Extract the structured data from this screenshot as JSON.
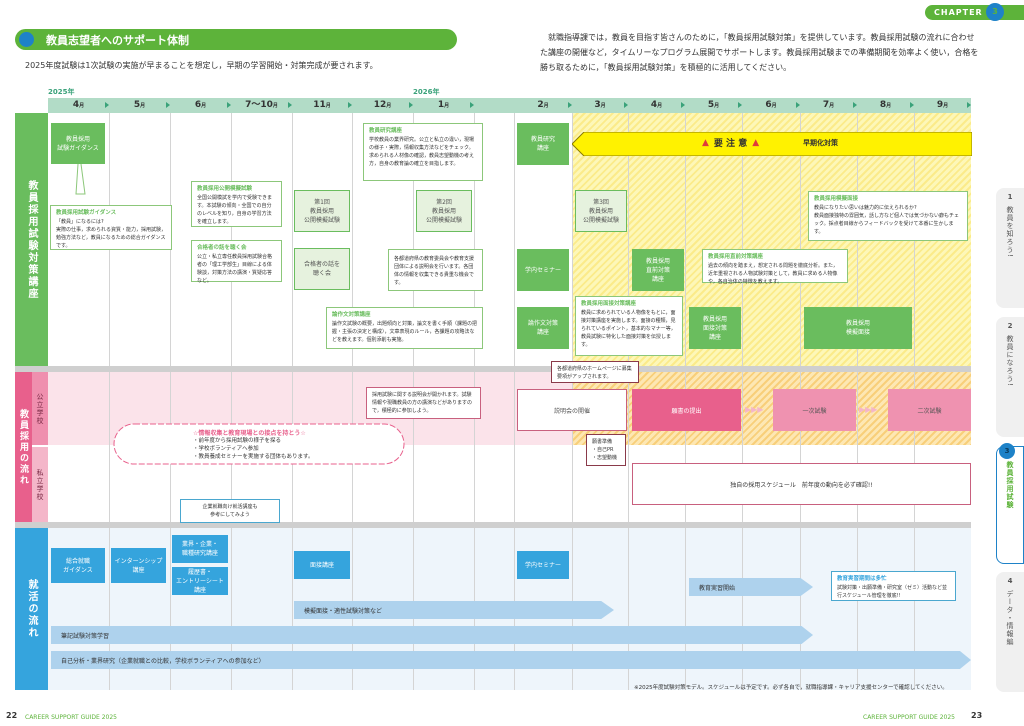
{
  "header": {
    "title": "教員志望者へのサポート体制",
    "lead": "2025年度試験は1次試験の実施が早まることを想定し，早期の学習開始・対策完成が要されます。",
    "intro": "就職指導課では，教員を目指す皆さんのために，「教員採用試験対策」を提供しています。教員採用試験の流れに合わせた講座の開催など，タイムリーなプログラム展開でサポートします。教員採用試験までの準備期間を効率よく使い，合格を勝ち取るために，「教員採用試験対策」を積極的に活用してください。",
    "chapter_label": "CHAPTER",
    "chapter_num": "3"
  },
  "timeline": {
    "year_2025": "2025年",
    "year_2026": "2026年",
    "months": [
      "4",
      "5",
      "6",
      "7〜10",
      "11",
      "12",
      "1",
      "2",
      "3",
      "4",
      "5",
      "6",
      "7",
      "8",
      "9"
    ],
    "month_suffix": "月"
  },
  "sections": {
    "exam_prep": "教員採用試験対策講座",
    "recruit_flow": "教員採用の流れ",
    "public_school": "公立学校",
    "private_school": "私立学校",
    "job_hunting": "就活の流れ"
  },
  "prep": {
    "guidance_box": "教員採用\n試験ガイダンス",
    "guidance_note_title": "教員採用試験ガイダンス",
    "guidance_note_body": "「教員」になるには?\n実際の仕事，求められる資質・能力，採用試験，勉強方法など，教員になるための総合ガイダンスです。",
    "mock_note_title": "教員採用公開模擬試験",
    "mock_note_body": "全国公開模試を学内で受験できます。本試験の傾向・全国での自分のレベルを知り，自身の学習方法を確立します。",
    "mock1": "第1回\n教員採用\n公開模擬試験",
    "mock2": "第2回\n教員採用\n公開模擬試験",
    "mock3": "第3回\n教員採用\n公開模擬試験",
    "talk_note_title": "合格者の話を聴く会",
    "talk_note_body": "公立・私立専任教員採用試験合格者の「理工学部生」目線による体験談，対策方法の講演・質疑応答など。",
    "talk_box": "合格者の話を\n聴く会",
    "research_note_title": "教員研究講座",
    "research_note_body": "学校教員の業界研究。公立と私立の違い，現場の様子・実際，情報収集方法などをチェック。求められる人材像の確認，教員志望動機の考え方，自身の教育論の確立を目指します。",
    "research_box": "教員研究\n講座",
    "seminar_note_body": "各都道府県の教育委員会や教育支援団体による説明会を行います。各団体の情報を収集できる貴重な機会です。",
    "seminar_box": "学内セミナー",
    "essay_note_title": "論作文対策講座",
    "essay_note_body": "論作文試験の概要，出題傾向と対策，論文を書く手順（課題の把握・主張の決定と構成），文章表現のルール，各課題の攻略法などを教えます。個別添削も実施。",
    "essay_box": "論作文対策\n講座",
    "warn_label": "要 注 意",
    "warn_sub": "早期化対策",
    "interview_note_title": "教員採用面接対策講座",
    "interview_note_body": "教員に求められている人物像をもとに，面接対策講座を実施します。面接の種類，見られているポイント，基本的なマナー等，教員試験に特化した面接対策を伝授します。",
    "interview_box": "教員採用\n面接対策\n講座",
    "final_note_title": "教員採用直前対策講座",
    "final_note_body": "過去の傾向を踏まえ，想定される問題を徹底分析。また，近年重視される人物試験対策として，教員に求める人物像や，各自治体の特徴を教えます。",
    "final_box": "教員採用\n直前対策\n講座",
    "mockint_note_title": "教員採用模擬面接",
    "mockint_note_body": "教員になりたい思いは魅力的に伝えられるか?\n教員面接独特の雰囲気，話し方など個人では気づかない癖もチェック。採点者目線からフィードバックを受けて本番に生かします。",
    "mockint_box": "教員採用\n模擬面接"
  },
  "flow": {
    "briefing_note": "採用試験に関する説明会が開かれます。試験情報や現職教員の方の講演などがありますので，積極的に参加しよう。",
    "briefing_box": "説明会の開催",
    "homepage_note": "各都道府県のホームページに募集要項がアップされます。",
    "application_box": "願書の提出",
    "first_exam": "一次試験",
    "second_exam": "二次試験",
    "prep_note": "願書準備\n・自己PR\n・志望動機",
    "cloud_title": "☆情報収集と教育現場との接点を持とう☆",
    "cloud_items": "・前年度から採用試験の様子を探る\n・学校ボランティアへ参加\n・教員養成セミナーを実施する団体もあります。",
    "private_box": "独自の採用スケジュール　前年度の動向を必ず確認!!",
    "corp_note": "企業就職向け就活講座も\n参考にしてみよう"
  },
  "jobhunt": {
    "general_guidance": "総合就職\nガイダンス",
    "internship": "インターンシップ\n講座",
    "industry": "業界・企業・\n職種研究講座",
    "resume": "履歴書・\nエントリーシート\n講座",
    "interview": "面接講座",
    "seminar": "学内セミナー",
    "mock_bar": "模擬面接・適性試験対策など",
    "written_bar": "筆記試験対策学習",
    "self_bar": "自己分析・業界研究（企業就職との比較，学校ボランティアへの参加など）",
    "practice_bar": "教育実習開始",
    "practice_note_title": "教育実習期間は多忙",
    "practice_note_body": "試験対策・出願準備・研究室（ゼミ）活動など並行スケジュール管理を徹底!!"
  },
  "footnote": "※2025年度試験対策モデル。スケジュールは予定です。必ず各自で，就職指導課・キャリア支援センターで確認してください。",
  "footer": {
    "left_page": "22",
    "right_page": "23",
    "guide_name": "CAREER SUPPORT GUIDE 2025"
  },
  "side_tabs": [
    {
      "num": "1",
      "label": "教員を知ろう!"
    },
    {
      "num": "2",
      "label": "教員になろう!"
    },
    {
      "num": "3",
      "label": "教員採用試験",
      "active": true
    },
    {
      "num": "4",
      "label": "データ・情報編"
    }
  ],
  "colors": {
    "green": "#5db33a",
    "blue": "#1e82c8",
    "pink": "#e8608c",
    "sky": "#35a4dd",
    "warn_yellow": "#fff200"
  }
}
